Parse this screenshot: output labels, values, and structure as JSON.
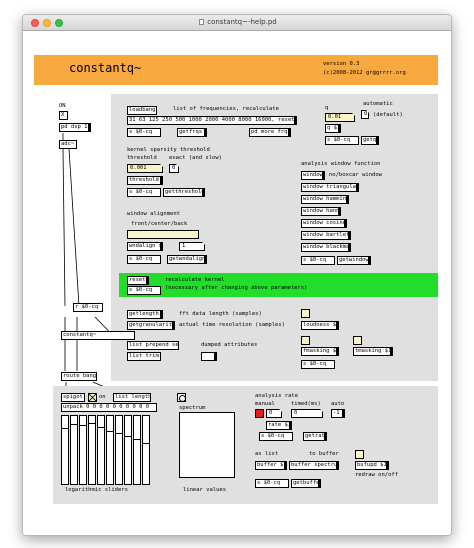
{
  "window": {
    "title": "constantq~-help.pd"
  },
  "header": {
    "name": "constantq~",
    "version": "version 0.3",
    "copyright": "(c)2008-2012 gr@grrrr.org"
  },
  "dsp": {
    "on_label": "ON",
    "toggle_value": "X",
    "dsp_msg": "pd dsp 1",
    "adc": "adc~"
  },
  "freq": {
    "loadbang": "loadbang",
    "comment": "list of frequencies, recalculate",
    "list_msg": "31 63 125 250 500 1000 2000 4000 8000 16000, reset(",
    "send_msg": "s $0-cq",
    "getfrqs": "getfrqs",
    "more_msg": "pd more frqs"
  },
  "q": {
    "label": "q",
    "automatic": "automatic",
    "number": "0.01",
    "toggle": "0",
    "default": "(default)",
    "q_msg": "q $1",
    "send_msg": "s $0-cq",
    "getq": "getq"
  },
  "kernel": {
    "heading": "kernel sparsity threshold",
    "threshold": "threshold",
    "exact": "exact (and slow)",
    "number": "0.001",
    "toggle": "0",
    "msg": "threshold $1",
    "send_msg": "s $0-cq",
    "get": "getthreshold"
  },
  "window_fn": {
    "heading": "analysis window function",
    "items": [
      "window",
      "window triangular",
      "window hamming",
      "window hann",
      "window cosine",
      "window bartlett",
      "window blackman"
    ],
    "nobox": "no/boxcar window",
    "send_msg": "s $0-cq",
    "get": "getwindow"
  },
  "align": {
    "heading": "window alignment",
    "sub": "front/center/back",
    "msg": "wndalign $1",
    "value": "1",
    "send_msg": "s $0-cq",
    "get": "getwndalign"
  },
  "reset": {
    "msg": "reset",
    "comment1": "recalculate kernel",
    "comment2": "(necessary after changing above parameters)",
    "send_msg": "s $0-cq"
  },
  "length": {
    "get": "getlength",
    "get_comment": "fft data length (samples)",
    "gran": "getgranularity",
    "gran_comment": "actual time resolution (samples)",
    "loudness": "loudness $1",
    "fmasking": "fmasking $1",
    "tmasking": "tmasking $1",
    "send_msg": "s $0-cq"
  },
  "main": {
    "receive": "r $0-cq",
    "object": "constantq~",
    "prepend": "list prepend set",
    "trim": "list trim",
    "dumped": "dumped attributes",
    "route": "route bang"
  },
  "display": {
    "spigot": "spigot",
    "on": "on",
    "list_length": "list length",
    "unpack": "unpack 0 0 0 0 0 0 0 0 0 0",
    "log_sliders": "logarithmic sliders",
    "spectrum": "spectrum",
    "linear": "linear values",
    "slider_levels": [
      0.82,
      0.88,
      0.86,
      0.9,
      0.84,
      0.78,
      0.74,
      0.7,
      0.66,
      0.6
    ]
  },
  "rate": {
    "heading": "analysis rate",
    "manual": "manual",
    "timed": "timed(ms)",
    "auto": "auto",
    "manual_num": "0",
    "timed_num": "0",
    "auto_num": "-1",
    "msg": "rate $1",
    "send_msg": "s $0-cq",
    "get": "getrate"
  },
  "buffer": {
    "as_list": "as list",
    "to_buffer": "to buffer",
    "buffer_msg": "buffer $1",
    "spectrum_msg": "buffer spectrum",
    "bufupd": "bufupd $1",
    "redraw": "redraw on/off",
    "send_msg": "s $0-cq",
    "get": "getbuffer"
  },
  "colors": {
    "banner": "#f7a83e",
    "panel": "#e0e0e0",
    "reset_panel": "#22dd2a",
    "red_bang": "#e02020",
    "number_bg": "#f8f4c8"
  }
}
